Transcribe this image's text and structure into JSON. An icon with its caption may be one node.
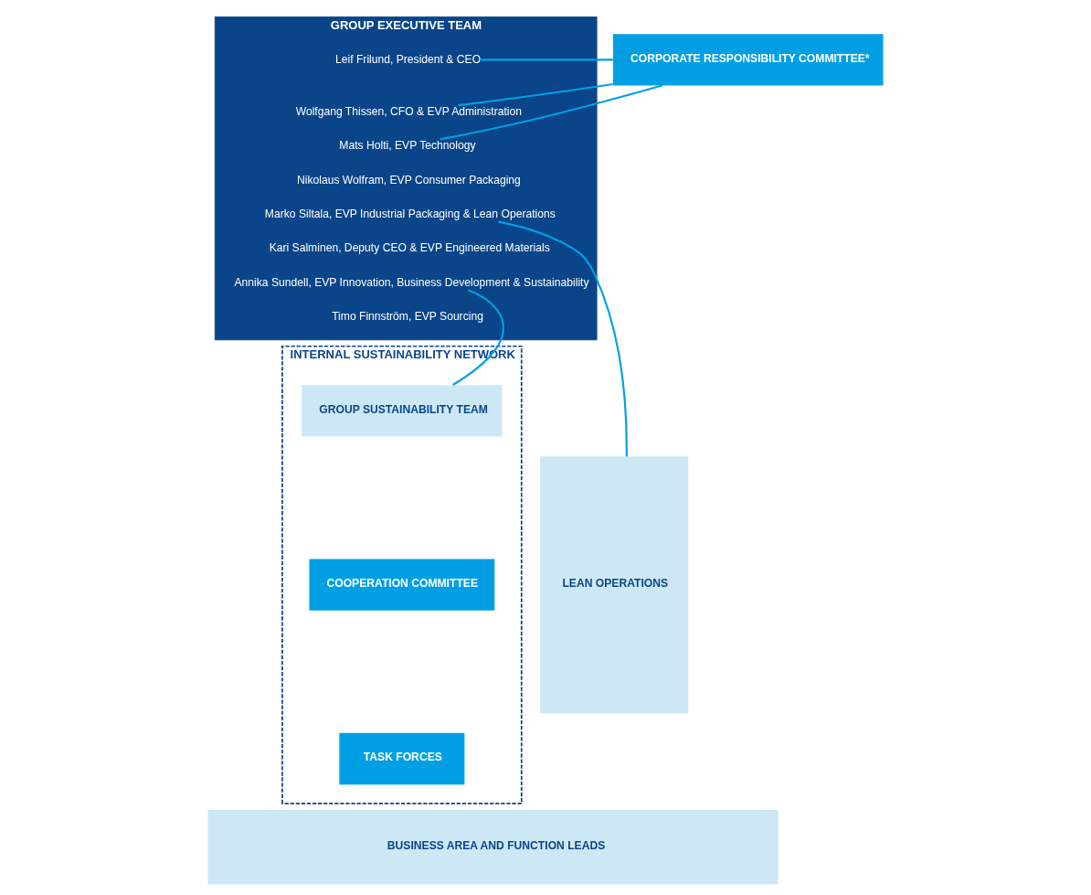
{
  "diagram": {
    "nodes": [
      {
        "text": [
          "GROUP EXECUTIVE TEAM"
        ]
      },
      {
        "text": [
          "Leif Frilund, President & CEO"
        ],
        "in": 0
      },
      {
        "text": [
          "Wolfgang Thissen, CFO & EVP Administration"
        ],
        "in": 0
      },
      {
        "text": [
          "Mats Holti, EVP Technology"
        ],
        "in": 0
      },
      {
        "text": [
          "Nikolaus Wolfram, EVP Consumer Packaging"
        ],
        "in": 0
      },
      {
        "text": [
          "Marko Siltala, EVP Industrial Packaging & Lean Operations"
        ],
        "in": 0
      },
      {
        "text": [
          "Kari Salminen, Deputy CEO & EVP Engineered Materials"
        ],
        "in": 0
      },
      {
        "text": [
          "Annika Sundell, EVP Innovation, Business Development & Sustainability"
        ],
        "in": 0
      },
      {
        "text": [
          "Timo Finnström, EVP Sourcing"
        ],
        "in": 0
      },
      {
        "text": [
          "CORPORATE RESPONSIBILITY COMMITTEE*"
        ]
      },
      {
        "text": [
          "INTERNAL SUSTAINABILITY NETWORK"
        ]
      },
      {
        "text": [
          "GROUP SUSTAINABILITY TEAM"
        ],
        "in": 10
      },
      {
        "text": [
          "COOPERATION COMMITTEE"
        ],
        "in": 10
      },
      {
        "text": [
          "TASK FORCES"
        ],
        "in": 10
      },
      {
        "text": [
          "LEAN OPERATIONS"
        ]
      },
      {
        "text": [
          "BUSINESS AREA AND FUNCTION LEADS"
        ]
      }
    ],
    "edges": [
      {
        "from": 1,
        "to": 9,
        "arrow": "none"
      },
      {
        "from": 2,
        "to": 9,
        "arrow": "none"
      },
      {
        "from": 3,
        "to": 9,
        "arrow": "none"
      },
      {
        "from": 5,
        "to": 14,
        "arrow": "none"
      },
      {
        "from": 7,
        "to": 11,
        "arrow": "none"
      }
    ]
  }
}
